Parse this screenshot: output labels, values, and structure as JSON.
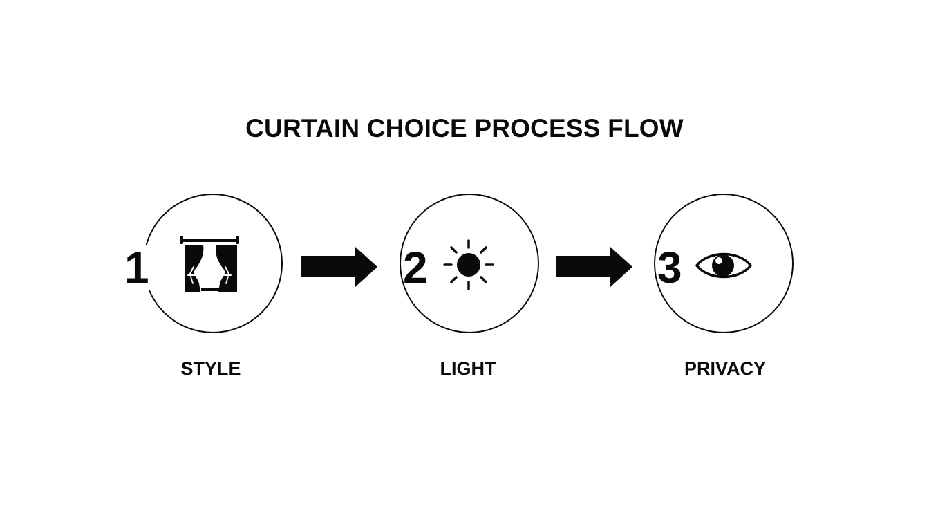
{
  "diagram": {
    "title": "CURTAIN CHOICE PROCESS FLOW",
    "colors": {
      "background": "#ffffff",
      "ink": "#0a0a0a"
    },
    "steps": [
      {
        "number": "1",
        "label": "STYLE",
        "icon": "curtain-icon"
      },
      {
        "number": "2",
        "label": "LIGHT",
        "icon": "sun-icon"
      },
      {
        "number": "3",
        "label": "PRIVACY",
        "icon": "eye-icon"
      }
    ],
    "connectors": [
      {
        "from": "1",
        "to": "2",
        "icon": "arrow-right-icon"
      },
      {
        "from": "2",
        "to": "3",
        "icon": "arrow-right-icon"
      }
    ]
  }
}
